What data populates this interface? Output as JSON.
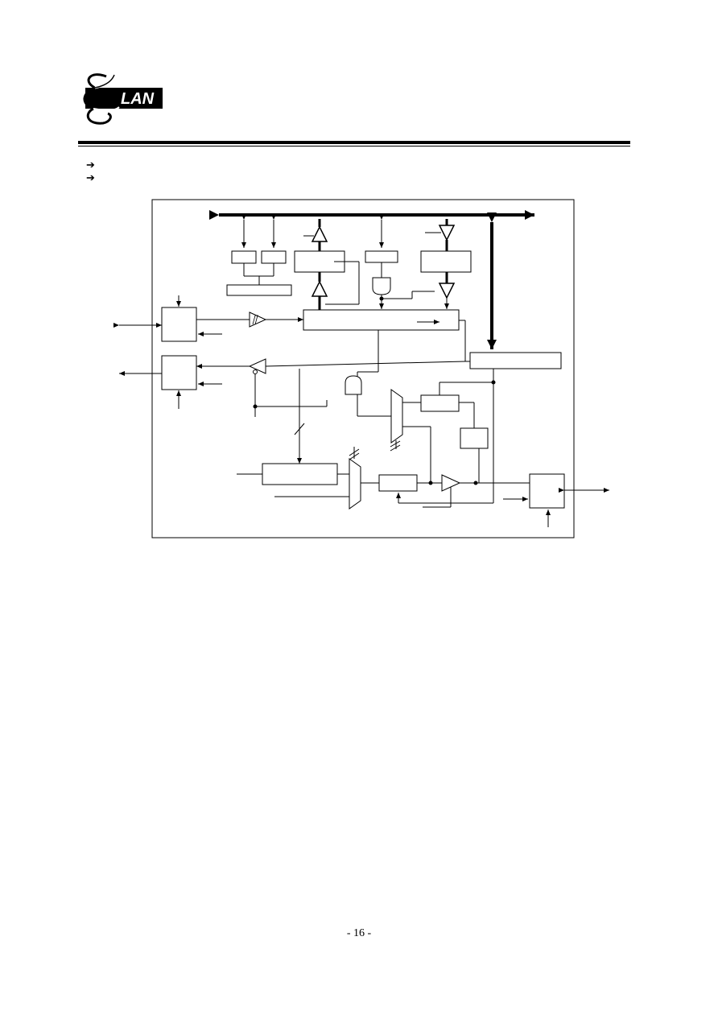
{
  "header": {
    "logo_text": "LAN",
    "logo_initial": "E",
    "accent_color": "#000000"
  },
  "bullets": [
    {
      "icon": "right-arrow-icon"
    },
    {
      "icon": "right-arrow-icon"
    }
  ],
  "diagram": {
    "description_icon": "circuit-block-diagram"
  },
  "footer": {
    "page_number": "- 16 -"
  }
}
